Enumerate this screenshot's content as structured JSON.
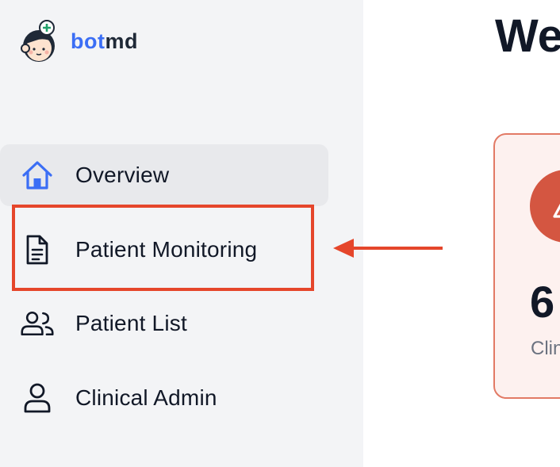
{
  "brand": {
    "name_part1": "bot",
    "name_part2": "md"
  },
  "sidebar": {
    "items": [
      {
        "label": "Overview",
        "icon": "home-icon",
        "active": true
      },
      {
        "label": "Patient Monitoring",
        "icon": "document-icon",
        "active": false
      },
      {
        "label": "Patient List",
        "icon": "users-icon",
        "active": false
      },
      {
        "label": "Clinical Admin",
        "icon": "user-icon",
        "active": false
      }
    ]
  },
  "main": {
    "title": "We",
    "alert_card": {
      "count": "6",
      "label": "Clin"
    }
  },
  "annotation": {
    "color": "#e5462b"
  },
  "colors": {
    "brand_blue": "#3b6ef5",
    "alert_red": "#d45641"
  }
}
